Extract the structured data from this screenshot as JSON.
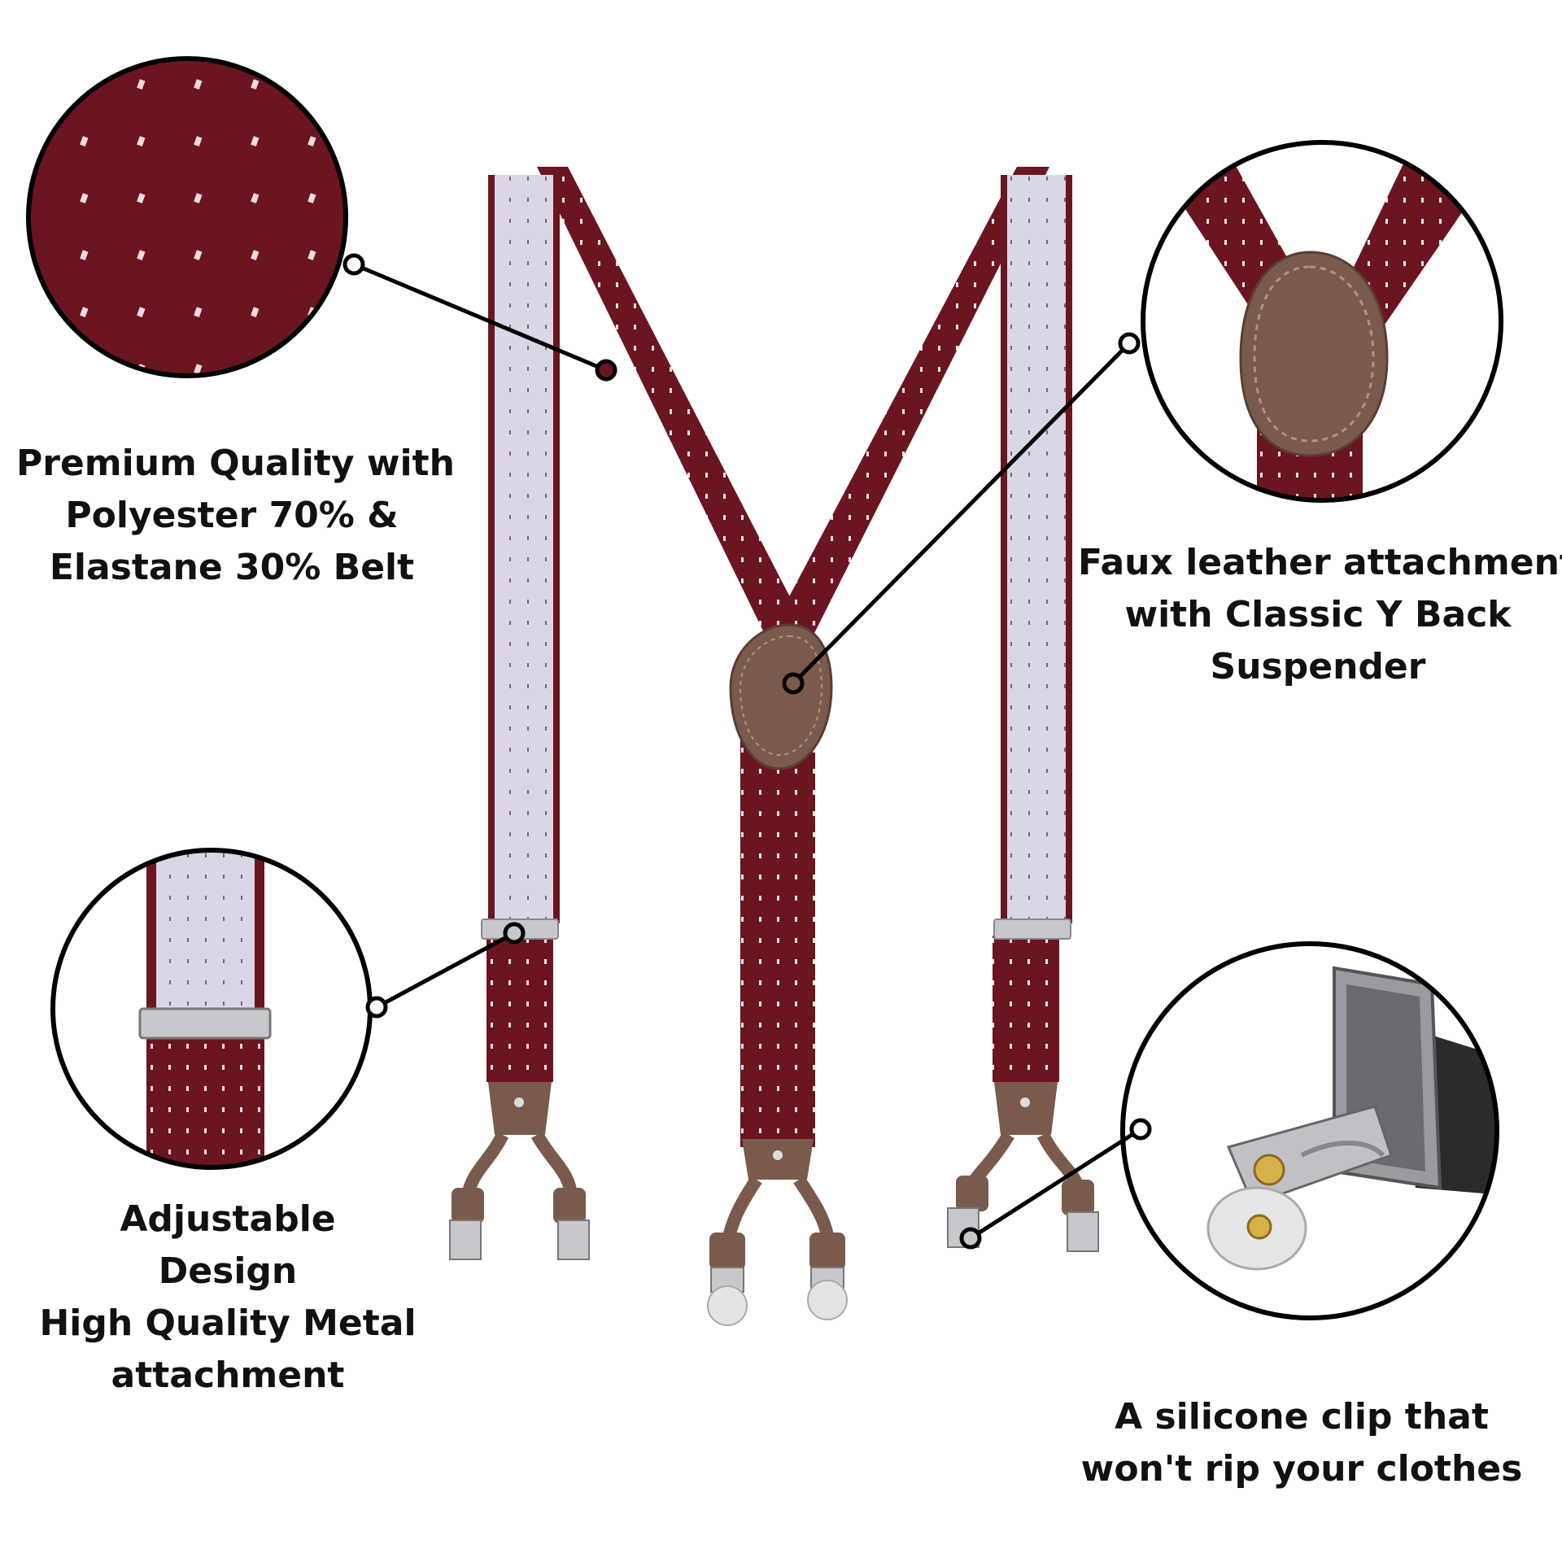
{
  "product": {
    "strap_color": "#6b1520",
    "inner_color": "#d9d6e6",
    "leather_color": "#7a5a4c",
    "metal_color": "#c8c8cc",
    "dot_color": "#f0e6ec"
  },
  "callouts": {
    "fabric": {
      "lines": [
        "Premium Quality with",
        "Polyester 70% &",
        "Elastane 30% Belt"
      ]
    },
    "leather": {
      "lines": [
        "Faux leather attachment",
        "with Classic Y Back",
        "Suspender"
      ]
    },
    "adjust": {
      "lines": [
        "Adjustable",
        "Design",
        "High Quality Metal",
        "attachment"
      ]
    },
    "clip": {
      "lines": [
        "A silicone clip that",
        "won't rip your clothes"
      ]
    }
  }
}
